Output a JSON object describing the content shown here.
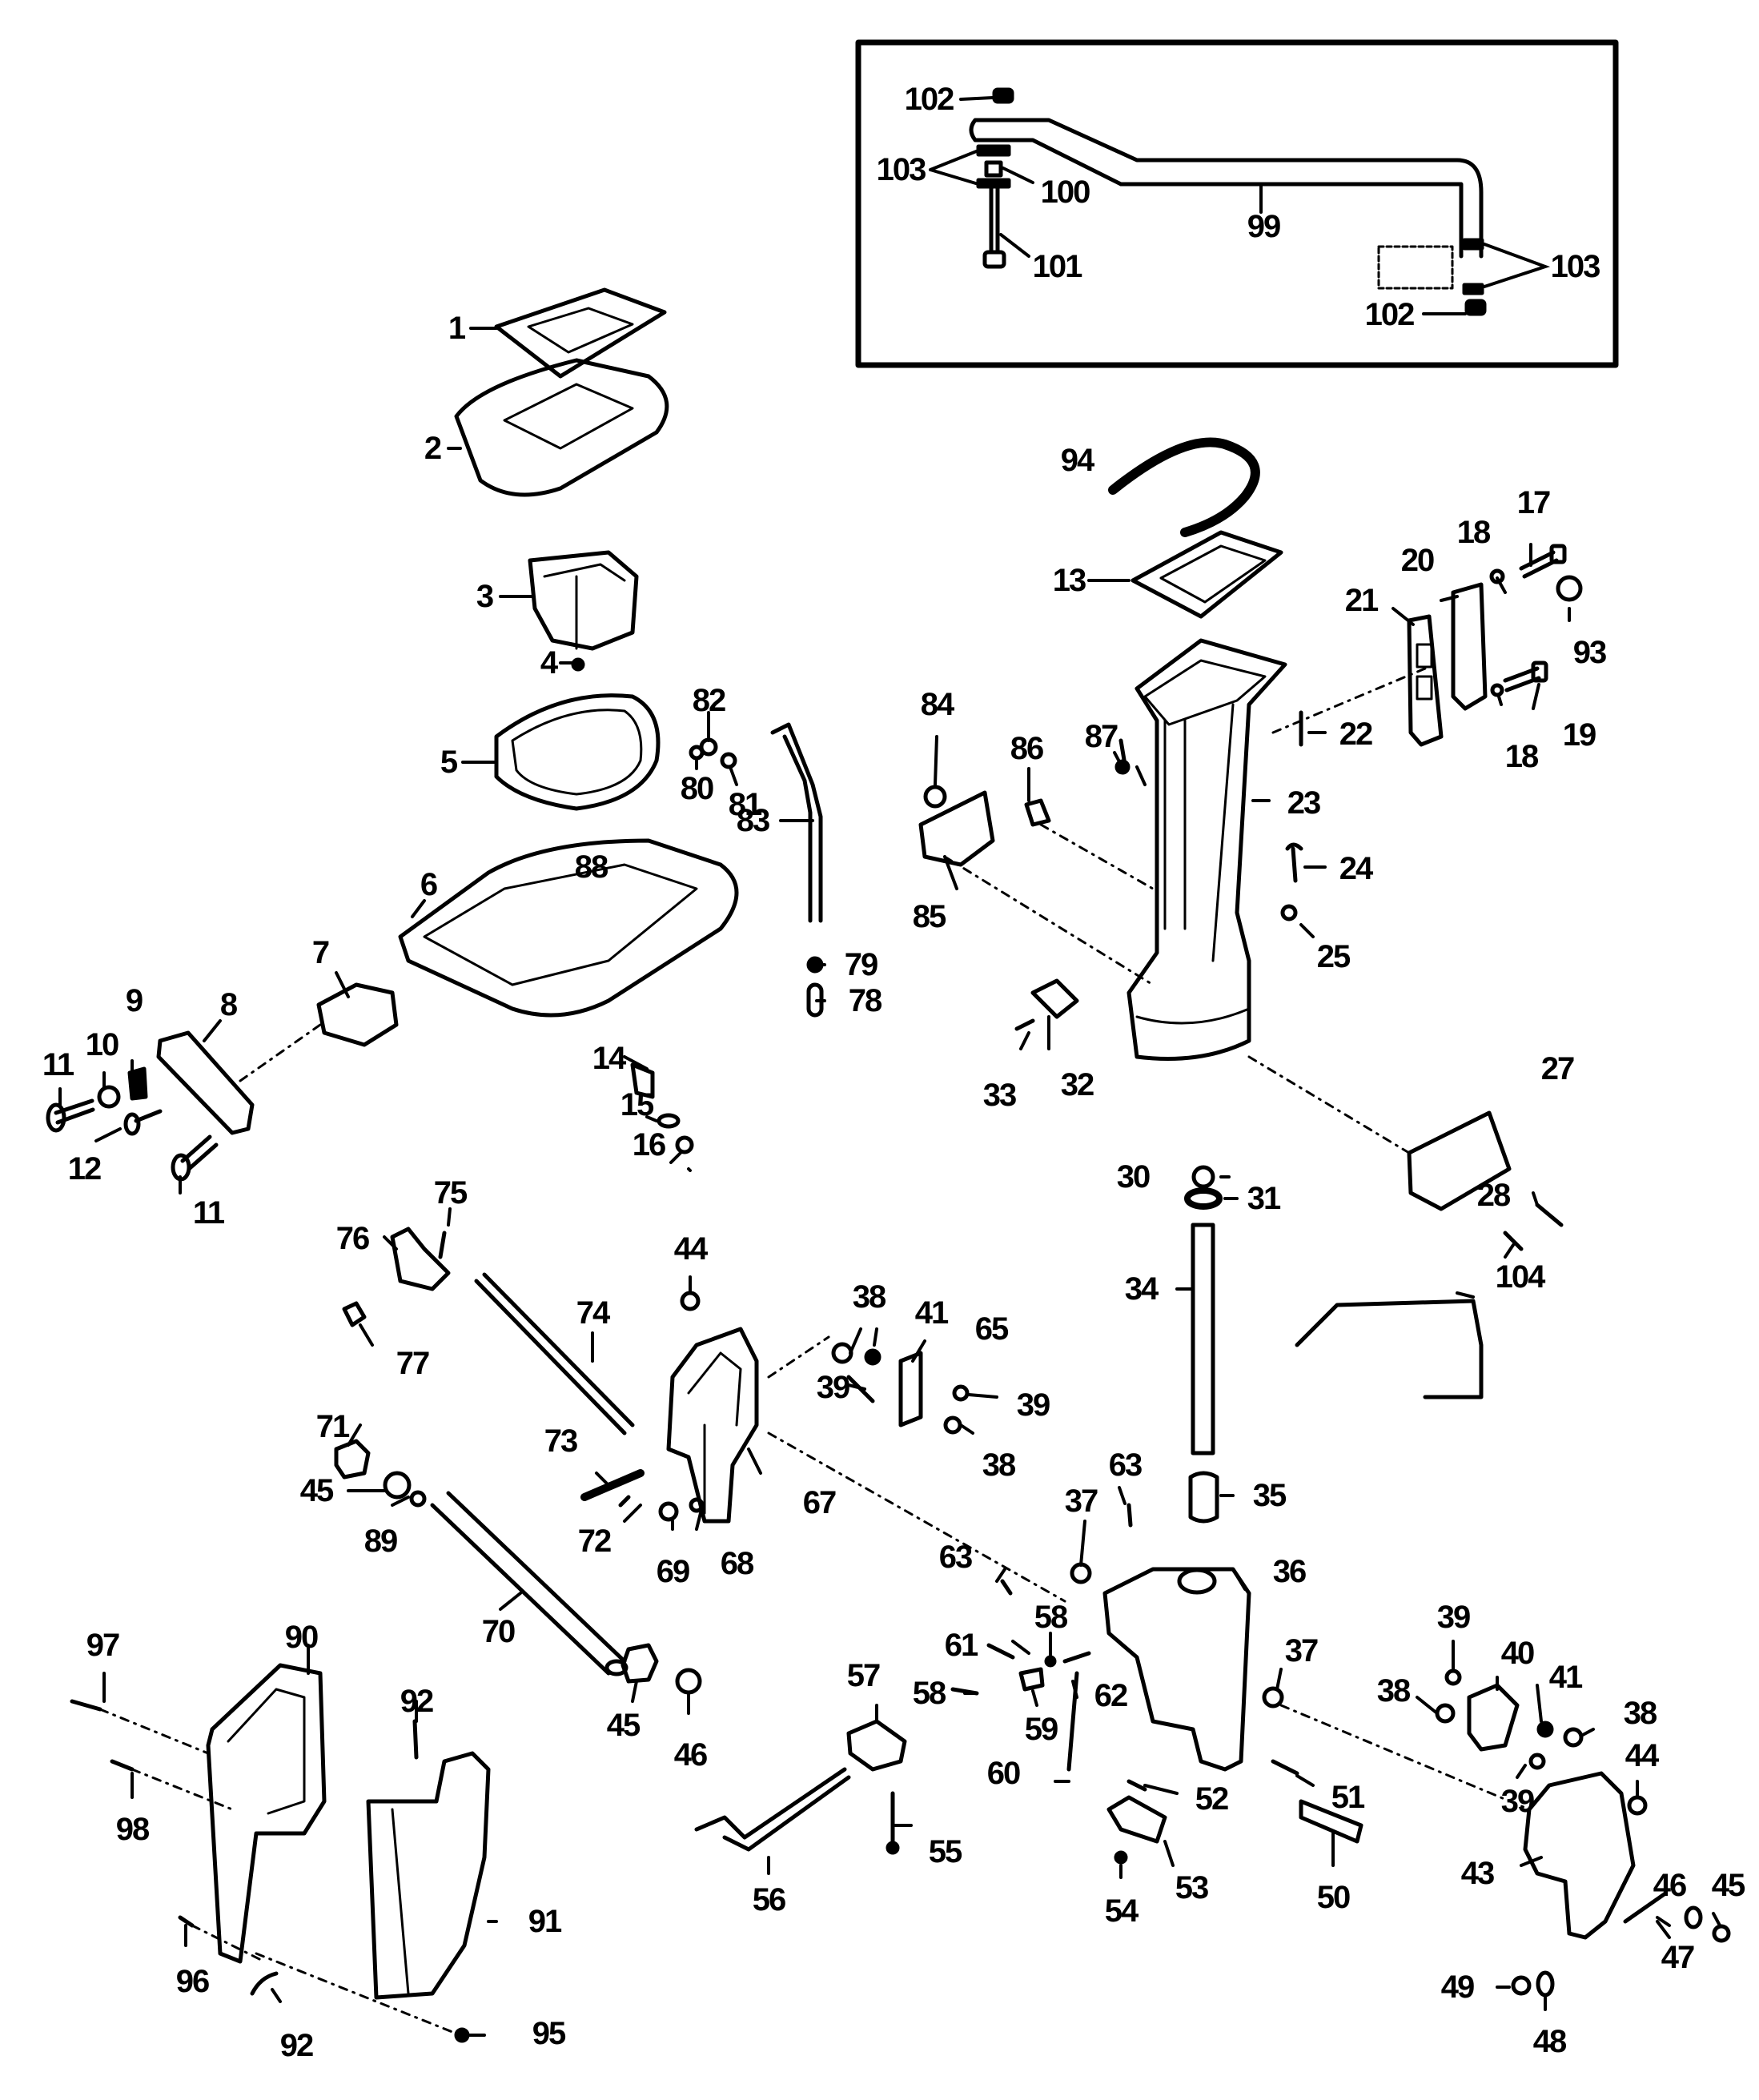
{
  "title": "Exploded parts diagram - outboard midsection / swivel bracket assembly",
  "colors": {
    "ink": "#000000",
    "paper": "#ffffff"
  },
  "inset": {
    "name": "steering-link-inset",
    "labels": [
      "102",
      "103",
      "100",
      "99",
      "101",
      "103",
      "102"
    ]
  },
  "parts": [
    {
      "id": "1",
      "label": "1"
    },
    {
      "id": "2",
      "label": "2"
    },
    {
      "id": "3",
      "label": "3"
    },
    {
      "id": "4",
      "label": "4"
    },
    {
      "id": "5",
      "label": "5"
    },
    {
      "id": "6",
      "label": "6"
    },
    {
      "id": "7",
      "label": "7"
    },
    {
      "id": "8",
      "label": "8"
    },
    {
      "id": "9",
      "label": "9"
    },
    {
      "id": "10",
      "label": "10"
    },
    {
      "id": "11a",
      "label": "11"
    },
    {
      "id": "11b",
      "label": "11"
    },
    {
      "id": "12",
      "label": "12"
    },
    {
      "id": "13",
      "label": "13"
    },
    {
      "id": "14",
      "label": "14"
    },
    {
      "id": "15",
      "label": "15"
    },
    {
      "id": "16",
      "label": "16"
    },
    {
      "id": "17",
      "label": "17"
    },
    {
      "id": "18a",
      "label": "18"
    },
    {
      "id": "18b",
      "label": "18"
    },
    {
      "id": "19",
      "label": "19"
    },
    {
      "id": "20",
      "label": "20"
    },
    {
      "id": "21",
      "label": "21"
    },
    {
      "id": "22",
      "label": "22"
    },
    {
      "id": "23",
      "label": "23"
    },
    {
      "id": "24",
      "label": "24"
    },
    {
      "id": "25",
      "label": "25"
    },
    {
      "id": "27",
      "label": "27"
    },
    {
      "id": "28",
      "label": "28"
    },
    {
      "id": "30",
      "label": "30"
    },
    {
      "id": "31",
      "label": "31"
    },
    {
      "id": "32",
      "label": "32"
    },
    {
      "id": "33",
      "label": "33"
    },
    {
      "id": "34",
      "label": "34"
    },
    {
      "id": "35",
      "label": "35"
    },
    {
      "id": "36",
      "label": "36"
    },
    {
      "id": "37a",
      "label": "37"
    },
    {
      "id": "37b",
      "label": "37"
    },
    {
      "id": "38a",
      "label": "38"
    },
    {
      "id": "38b",
      "label": "38"
    },
    {
      "id": "38c",
      "label": "38"
    },
    {
      "id": "38d",
      "label": "38"
    },
    {
      "id": "39a",
      "label": "39"
    },
    {
      "id": "39b",
      "label": "39"
    },
    {
      "id": "39c",
      "label": "39"
    },
    {
      "id": "39d",
      "label": "39"
    },
    {
      "id": "40",
      "label": "40"
    },
    {
      "id": "41a",
      "label": "41"
    },
    {
      "id": "41b",
      "label": "41"
    },
    {
      "id": "43",
      "label": "43"
    },
    {
      "id": "44a",
      "label": "44"
    },
    {
      "id": "44b",
      "label": "44"
    },
    {
      "id": "45a",
      "label": "45"
    },
    {
      "id": "45b",
      "label": "45"
    },
    {
      "id": "45c",
      "label": "45"
    },
    {
      "id": "46a",
      "label": "46"
    },
    {
      "id": "46b",
      "label": "46"
    },
    {
      "id": "47",
      "label": "47"
    },
    {
      "id": "48",
      "label": "48"
    },
    {
      "id": "49",
      "label": "49"
    },
    {
      "id": "50",
      "label": "50"
    },
    {
      "id": "51",
      "label": "51"
    },
    {
      "id": "52",
      "label": "52"
    },
    {
      "id": "53",
      "label": "53"
    },
    {
      "id": "54",
      "label": "54"
    },
    {
      "id": "55",
      "label": "55"
    },
    {
      "id": "56",
      "label": "56"
    },
    {
      "id": "57",
      "label": "57"
    },
    {
      "id": "58a",
      "label": "58"
    },
    {
      "id": "58b",
      "label": "58"
    },
    {
      "id": "59",
      "label": "59"
    },
    {
      "id": "60",
      "label": "60"
    },
    {
      "id": "61",
      "label": "61"
    },
    {
      "id": "62",
      "label": "62"
    },
    {
      "id": "63a",
      "label": "63"
    },
    {
      "id": "63b",
      "label": "63"
    },
    {
      "id": "65",
      "label": "65"
    },
    {
      "id": "67",
      "label": "67"
    },
    {
      "id": "68",
      "label": "68"
    },
    {
      "id": "69",
      "label": "69"
    },
    {
      "id": "70",
      "label": "70"
    },
    {
      "id": "71",
      "label": "71"
    },
    {
      "id": "72",
      "label": "72"
    },
    {
      "id": "73",
      "label": "73"
    },
    {
      "id": "74",
      "label": "74"
    },
    {
      "id": "75",
      "label": "75"
    },
    {
      "id": "76",
      "label": "76"
    },
    {
      "id": "77",
      "label": "77"
    },
    {
      "id": "78",
      "label": "78"
    },
    {
      "id": "79",
      "label": "79"
    },
    {
      "id": "80",
      "label": "80"
    },
    {
      "id": "81",
      "label": "81"
    },
    {
      "id": "82",
      "label": "82"
    },
    {
      "id": "83",
      "label": "83"
    },
    {
      "id": "84",
      "label": "84"
    },
    {
      "id": "85",
      "label": "85"
    },
    {
      "id": "86",
      "label": "86"
    },
    {
      "id": "87",
      "label": "87"
    },
    {
      "id": "88",
      "label": "88"
    },
    {
      "id": "89",
      "label": "89"
    },
    {
      "id": "90",
      "label": "90"
    },
    {
      "id": "91",
      "label": "91"
    },
    {
      "id": "92a",
      "label": "92"
    },
    {
      "id": "92b",
      "label": "92"
    },
    {
      "id": "93",
      "label": "93"
    },
    {
      "id": "94",
      "label": "94"
    },
    {
      "id": "95",
      "label": "95"
    },
    {
      "id": "96",
      "label": "96"
    },
    {
      "id": "97",
      "label": "97"
    },
    {
      "id": "98",
      "label": "98"
    },
    {
      "id": "104",
      "label": "104"
    }
  ]
}
